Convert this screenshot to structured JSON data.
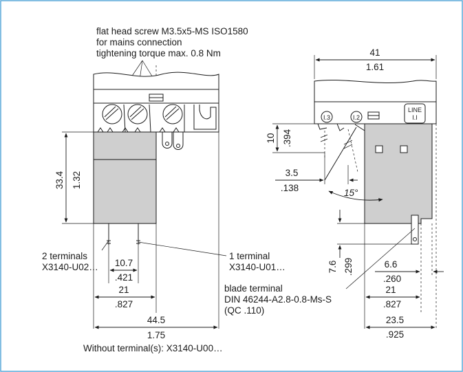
{
  "left_view": {
    "callout": {
      "line1": "flat head screw M3.5x5-MS ISO1580",
      "line2": "for mains connection",
      "line3": "tightening torque max. 0.8 Nm"
    },
    "height_mm": "33.4",
    "height_in": "1.32",
    "two_terminals_label": "2 terminals",
    "two_terminals_code": "X3140-U02…",
    "one_terminal_label": "1 terminal",
    "one_terminal_code": "X3140-U01…",
    "pin_spacing_mm": "10.7",
    "pin_spacing_in": ".421",
    "body_width_mm": "21",
    "body_width_in": ".827",
    "total_width_mm": "44.5",
    "total_width_in": "1.75",
    "without_terminals": "Without terminal(s): X3140-U00…"
  },
  "right_view": {
    "top_width_mm": "41",
    "top_width_in": "1.61",
    "terminal_labels": [
      "I.3",
      "I.2"
    ],
    "line_label_1": "LINE",
    "line_label_2": "I.I",
    "dim_10_mm": "10",
    "dim_10_in": ".394",
    "dim_35_mm": "3.5",
    "dim_35_in": ".138",
    "angle": "15°",
    "dim_76_mm": "7.6",
    "dim_76_in": ".299",
    "dim_66_mm": "6.6",
    "dim_66_in": ".260",
    "blade_label_1": "blade terminal",
    "blade_label_2": "DIN 46244-A2.8-0.8-Ms-S",
    "blade_label_3": "(QC .110)",
    "dim_21_mm": "21",
    "dim_21_in": ".827",
    "dim_235_mm": "23.5",
    "dim_235_in": ".925"
  },
  "colors": {
    "frame": "#5aa9d9",
    "body_fill": "#cfcfcf"
  }
}
